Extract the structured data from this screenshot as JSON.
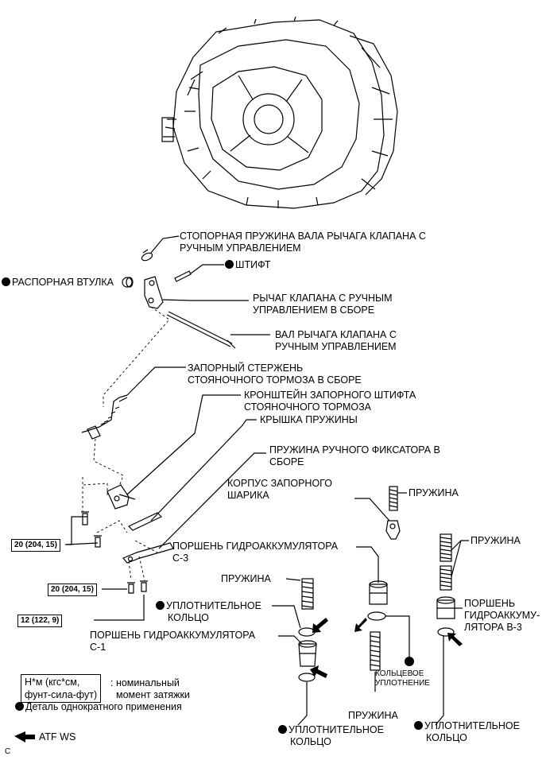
{
  "labels": {
    "snap_ring": [
      "СТОПОРНАЯ ПРУЖИНА ВАЛА РЫЧАГА КЛАПАНА С",
      "РУЧНЫМ УПРАВЛЕНИЕМ"
    ],
    "pin": "ШТИФТ",
    "spacer": "РАСПОРНАЯ ВТУЛКА",
    "valve_lever": [
      "РЫЧАГ КЛАПАНА С РУЧНЫМ",
      "УПРАВЛЕНИЕМ В СБОРЕ"
    ],
    "lever_shaft": [
      "ВАЛ РЫЧАГА КЛАПАНА С",
      "РУЧНЫМ УПРАВЛЕНИЕМ"
    ],
    "lock_rod": [
      "ЗАПОРНЫЙ СТЕРЖЕНЬ",
      "СТОЯНОЧНОГО ТОРМОЗА В СБОРЕ"
    ],
    "pawl_bracket": [
      "КРОНШТЕЙН ЗАПОРНОГО ШТИФТА",
      "СТОЯНОЧНОГО ТОРМОЗА"
    ],
    "spring_cover": "КРЫШКА ПРУЖИНЫ",
    "detent_spring": [
      "ПРУЖИНА РУЧНОГО ФИКСАТОРА В",
      "СБОРЕ"
    ],
    "ball_body": [
      "КОРПУС ЗАПОРНОГО",
      "ШАРИКА"
    ],
    "spring_right_1": "ПРУЖИНА",
    "spring_right_2": "ПРУЖИНА",
    "piston_c3": [
      "ПОРШЕНЬ ГИДРОАККУМУЛЯТОРА",
      "С-3"
    ],
    "piston_b3": [
      "ПОРШЕНЬ",
      "ГИДРОАККУМУ-",
      "ЛЯТОРА В-3"
    ],
    "spring_mid": "ПРУЖИНА",
    "seal_ring_1": [
      "УПЛОТНИТЕЛЬНОЕ",
      "КОЛЬЦО"
    ],
    "piston_c1": [
      "ПОРШЕНЬ ГИДРОАККУМУЛЯТОРА",
      "С-1"
    ],
    "o_ring": [
      "КОЛЬЦЕВОЕ",
      "УПЛОТНЕНИЕ"
    ],
    "spring_bottom": "ПРУЖИНА",
    "seal_ring_2": [
      "УПЛОТНИТЕЛЬНОЕ",
      "КОЛЬЦО"
    ],
    "seal_ring_3": [
      "УПЛОТНИТЕЛЬНОЕ",
      "КОЛЬЦО"
    ]
  },
  "torque": {
    "t1": "20 (204, 15)",
    "t2": "20 (204, 15)",
    "t3": "12 (122, 9)"
  },
  "legend": {
    "unit_box": [
      "Н*м (кгс*см,",
      "фунт-сила-фут)"
    ],
    "unit_desc": [
      ": номинальный",
      "момент затяжки"
    ],
    "non_reusable": "Деталь однократного применения",
    "atf": "ATF WS"
  },
  "figure_code": "C"
}
